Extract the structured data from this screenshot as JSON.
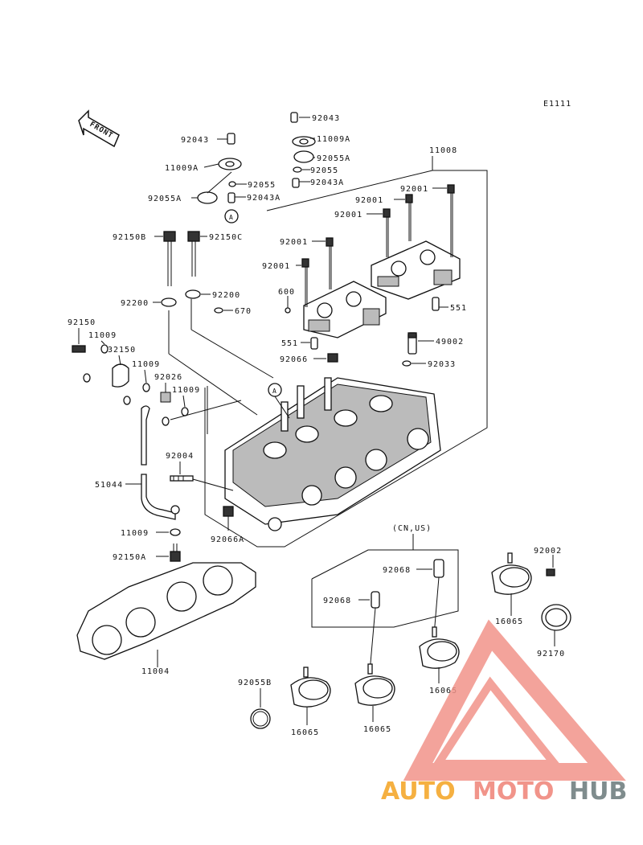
{
  "diagram": {
    "code": "E1111",
    "front_label": "FRONT",
    "variant_note": "(CN,US)",
    "circle_ref": "A"
  },
  "labels": {
    "l92043_top": "92043",
    "l11009A_top": "11009A",
    "l92055A_top": "92055A",
    "l92055_top": "92055",
    "l92043A_top": "92043A",
    "l92043_left": "92043",
    "l11009A_left": "11009A",
    "l92055_left": "92055",
    "l92055A_left": "92055A",
    "l92043A_left": "92043A",
    "l11008": "11008",
    "l92001_a": "92001",
    "l92001_b": "92001",
    "l92001_c": "92001",
    "l92001_d": "92001",
    "l92001_e": "92001",
    "l92150B": "92150B",
    "l92150C": "92150C",
    "l92200_a": "92200",
    "l92200_b": "92200",
    "l670": "670",
    "l600": "600",
    "l551_a": "551",
    "l551_b": "551",
    "l49002": "49002",
    "l92066": "92066",
    "l92033": "92033",
    "l92150": "92150",
    "l11009_a": "11009",
    "l32150": "32150",
    "l11009_b": "11009",
    "l92026": "92026",
    "l11009_c": "11009",
    "l92004": "92004",
    "l51044": "51044",
    "l11009_d": "11009",
    "l92150A": "92150A",
    "l92066A": "92066A",
    "l11004": "11004",
    "l92068": "92068",
    "l92068B": "92068",
    "l92002": "92002",
    "l16065_a": "16065",
    "l92170": "92170",
    "l16065_b": "16065",
    "l92055B": "92055B",
    "l16065_c": "16065",
    "l16065_d": "16065"
  },
  "watermark": {
    "part1": "AUTO",
    "part2": "MOTO",
    "part3": "HUB",
    "color1": "#f5b041",
    "color2": "#f1948a",
    "color3": "#7f8c8d",
    "logo_color": "#f1948a"
  }
}
